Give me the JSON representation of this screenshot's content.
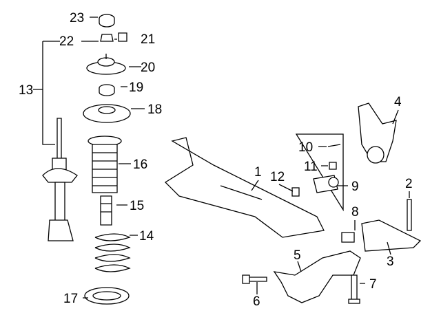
{
  "diagram": {
    "title": "Front suspension components",
    "callouts": [
      {
        "id": "1",
        "label": "1"
      },
      {
        "id": "2",
        "label": "2"
      },
      {
        "id": "3",
        "label": "3"
      },
      {
        "id": "4",
        "label": "4"
      },
      {
        "id": "5",
        "label": "5"
      },
      {
        "id": "6",
        "label": "6"
      },
      {
        "id": "7",
        "label": "7"
      },
      {
        "id": "8",
        "label": "8"
      },
      {
        "id": "9",
        "label": "9"
      },
      {
        "id": "10",
        "label": "10"
      },
      {
        "id": "11",
        "label": "11"
      },
      {
        "id": "12",
        "label": "12"
      },
      {
        "id": "13",
        "label": "13"
      },
      {
        "id": "14",
        "label": "14"
      },
      {
        "id": "15",
        "label": "15"
      },
      {
        "id": "16",
        "label": "16"
      },
      {
        "id": "17",
        "label": "17"
      },
      {
        "id": "18",
        "label": "18"
      },
      {
        "id": "19",
        "label": "19"
      },
      {
        "id": "20",
        "label": "20"
      },
      {
        "id": "21",
        "label": "21"
      },
      {
        "id": "22",
        "label": "22"
      },
      {
        "id": "23",
        "label": "23"
      }
    ]
  }
}
